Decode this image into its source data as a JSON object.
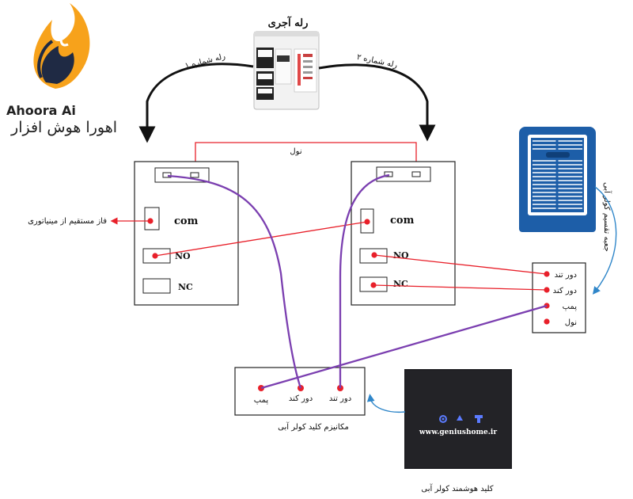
{
  "brand": {
    "name": "Ahoora Ai",
    "subtitle": "اهورا هوش افزار"
  },
  "relay_component": {
    "title": "رله آجری",
    "arrow_left_label": "رله شماره ۱",
    "arrow_right_label": "رله شماره ۲"
  },
  "neutral_label": "نول",
  "relay1": {
    "com": "com",
    "no": "NO",
    "nc": "NC",
    "phase_label": "فاز مستقیم از مینیاتوری"
  },
  "relay2": {
    "com": "com",
    "no": "NO",
    "nc": "NC"
  },
  "cooler_terminal": {
    "label": "جعبه تقسیم کولر آبی",
    "rows": [
      "دور تند",
      "دور کند",
      "پمپ",
      "نول"
    ]
  },
  "mechanism": {
    "terminals": [
      "پمپ",
      "دور کند",
      "دور تند"
    ],
    "caption": "مکانیزم کلید کولر آبی"
  },
  "smart_switch": {
    "website": "www.geniushome.ir",
    "caption": "کلید هوشمند کولر آبی"
  },
  "colors": {
    "red_wire": "#e8202a",
    "purple_wire": "#7b3fb0",
    "blue_arrow": "#2f86c9",
    "cooler_blue": "#1d5ea8",
    "logo_orange": "#f7a21b",
    "logo_dark": "#1f2a44"
  }
}
